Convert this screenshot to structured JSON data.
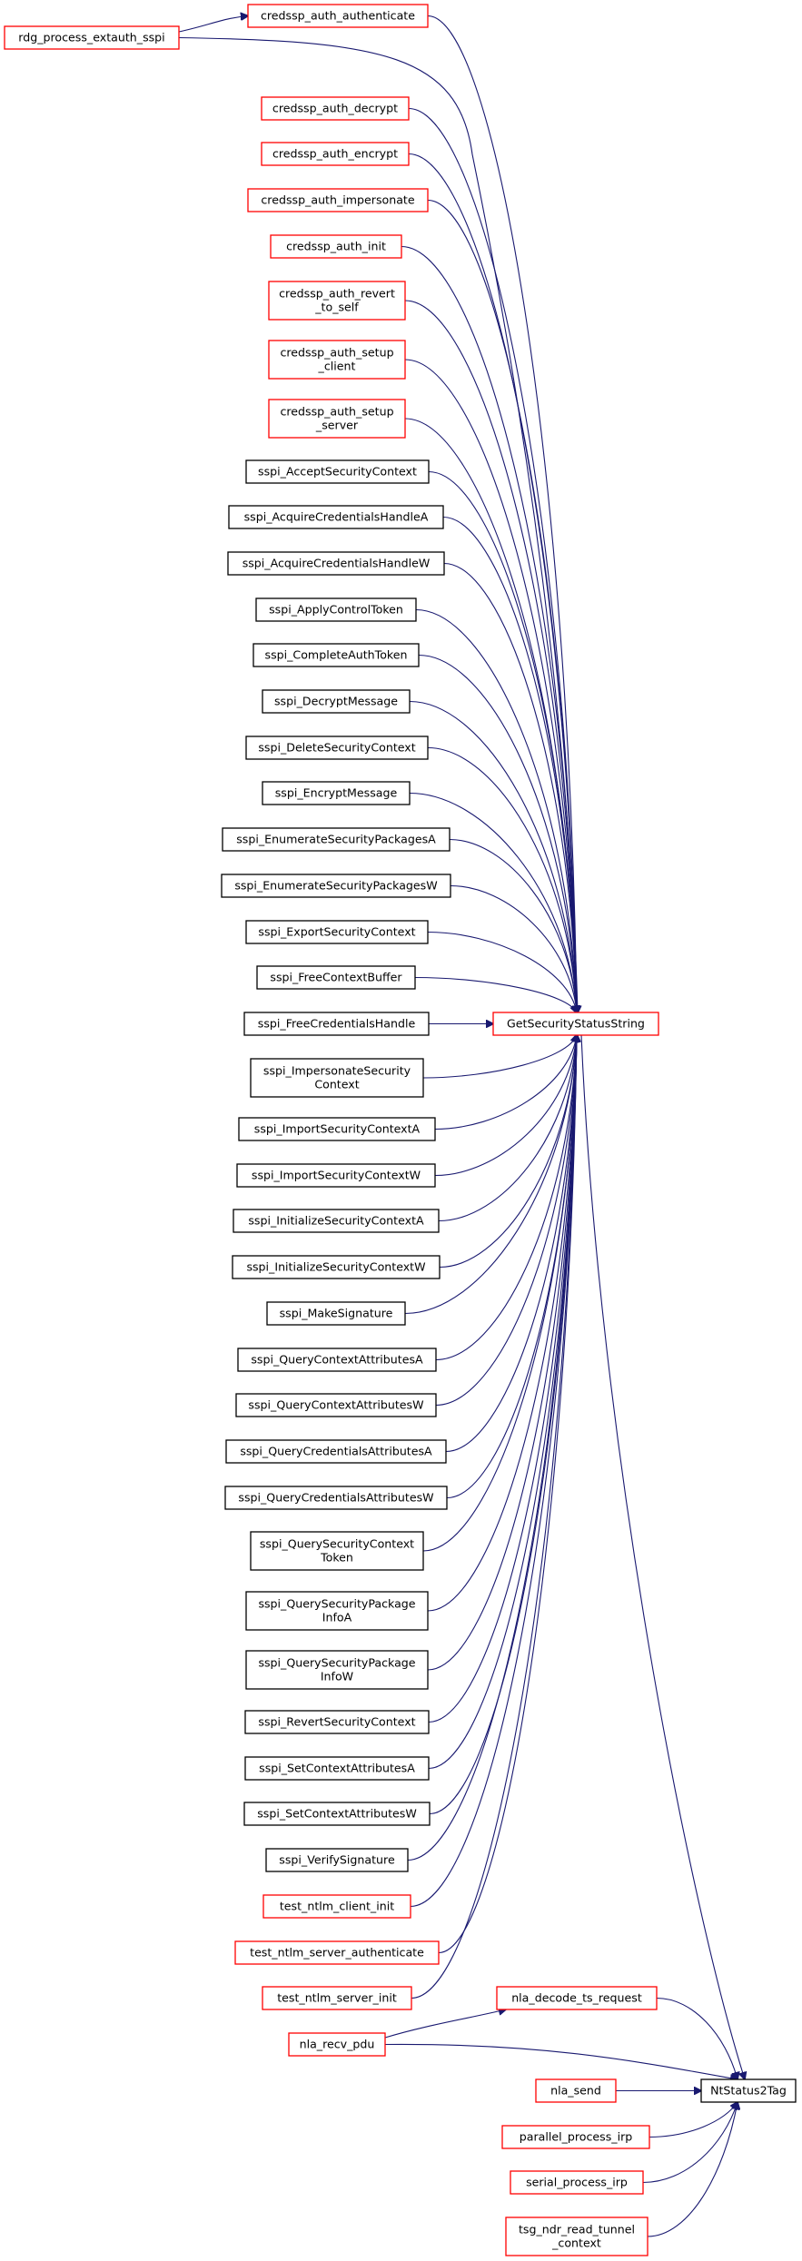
{
  "diagram": {
    "colors": {
      "edge": "#191970",
      "border_linked": "#ff0000",
      "border_plain": "#000000",
      "fill_focus": "#bfbfbf",
      "fill_default": "#ffffff"
    },
    "nodes": [
      {
        "id": "rdg_process_extauth_sspi",
        "lines": [
          "rdg_process_extauth_sspi"
        ],
        "style": "red"
      },
      {
        "id": "credssp_auth_authenticate",
        "lines": [
          "credssp_auth_authenticate"
        ],
        "style": "red"
      },
      {
        "id": "credssp_auth_decrypt",
        "lines": [
          "credssp_auth_decrypt"
        ],
        "style": "red"
      },
      {
        "id": "credssp_auth_encrypt",
        "lines": [
          "credssp_auth_encrypt"
        ],
        "style": "red"
      },
      {
        "id": "credssp_auth_impersonate",
        "lines": [
          "credssp_auth_impersonate"
        ],
        "style": "red"
      },
      {
        "id": "credssp_auth_init",
        "lines": [
          "credssp_auth_init"
        ],
        "style": "red"
      },
      {
        "id": "credssp_auth_revert_to_self",
        "lines": [
          "credssp_auth_revert",
          "_to_self"
        ],
        "style": "red"
      },
      {
        "id": "credssp_auth_setup_client",
        "lines": [
          "credssp_auth_setup",
          "_client"
        ],
        "style": "red"
      },
      {
        "id": "credssp_auth_setup_server",
        "lines": [
          "credssp_auth_setup",
          "_server"
        ],
        "style": "red"
      },
      {
        "id": "sspi_AcceptSecurityContext",
        "lines": [
          "sspi_AcceptSecurityContext"
        ],
        "style": "black"
      },
      {
        "id": "sspi_AcquireCredentialsHandleA",
        "lines": [
          "sspi_AcquireCredentialsHandleA"
        ],
        "style": "black"
      },
      {
        "id": "sspi_AcquireCredentialsHandleW",
        "lines": [
          "sspi_AcquireCredentialsHandleW"
        ],
        "style": "black"
      },
      {
        "id": "sspi_ApplyControlToken",
        "lines": [
          "sspi_ApplyControlToken"
        ],
        "style": "black"
      },
      {
        "id": "sspi_CompleteAuthToken",
        "lines": [
          "sspi_CompleteAuthToken"
        ],
        "style": "black"
      },
      {
        "id": "sspi_DecryptMessage",
        "lines": [
          "sspi_DecryptMessage"
        ],
        "style": "black"
      },
      {
        "id": "sspi_DeleteSecurityContext",
        "lines": [
          "sspi_DeleteSecurityContext"
        ],
        "style": "black"
      },
      {
        "id": "sspi_EncryptMessage",
        "lines": [
          "sspi_EncryptMessage"
        ],
        "style": "black"
      },
      {
        "id": "sspi_EnumerateSecurityPackagesA",
        "lines": [
          "sspi_EnumerateSecurityPackagesA"
        ],
        "style": "black"
      },
      {
        "id": "sspi_EnumerateSecurityPackagesW",
        "lines": [
          "sspi_EnumerateSecurityPackagesW"
        ],
        "style": "black"
      },
      {
        "id": "sspi_ExportSecurityContext",
        "lines": [
          "sspi_ExportSecurityContext"
        ],
        "style": "black"
      },
      {
        "id": "sspi_FreeContextBuffer",
        "lines": [
          "sspi_FreeContextBuffer"
        ],
        "style": "black"
      },
      {
        "id": "sspi_FreeCredentialsHandle",
        "lines": [
          "sspi_FreeCredentialsHandle"
        ],
        "style": "black"
      },
      {
        "id": "sspi_ImpersonateSecurityContext",
        "lines": [
          "sspi_ImpersonateSecurity",
          "Context"
        ],
        "style": "black"
      },
      {
        "id": "sspi_ImportSecurityContextA",
        "lines": [
          "sspi_ImportSecurityContextA"
        ],
        "style": "black"
      },
      {
        "id": "sspi_ImportSecurityContextW",
        "lines": [
          "sspi_ImportSecurityContextW"
        ],
        "style": "black"
      },
      {
        "id": "sspi_InitializeSecurityContextA",
        "lines": [
          "sspi_InitializeSecurityContextA"
        ],
        "style": "black"
      },
      {
        "id": "sspi_InitializeSecurityContextW",
        "lines": [
          "sspi_InitializeSecurityContextW"
        ],
        "style": "black"
      },
      {
        "id": "sspi_MakeSignature",
        "lines": [
          "sspi_MakeSignature"
        ],
        "style": "black"
      },
      {
        "id": "sspi_QueryContextAttributesA",
        "lines": [
          "sspi_QueryContextAttributesA"
        ],
        "style": "black"
      },
      {
        "id": "sspi_QueryContextAttributesW",
        "lines": [
          "sspi_QueryContextAttributesW"
        ],
        "style": "black"
      },
      {
        "id": "sspi_QueryCredentialsAttributesA",
        "lines": [
          "sspi_QueryCredentialsAttributesA"
        ],
        "style": "black"
      },
      {
        "id": "sspi_QueryCredentialsAttributesW",
        "lines": [
          "sspi_QueryCredentialsAttributesW"
        ],
        "style": "black"
      },
      {
        "id": "sspi_QuerySecurityContextToken",
        "lines": [
          "sspi_QuerySecurityContext",
          "Token"
        ],
        "style": "black"
      },
      {
        "id": "sspi_QuerySecurityPackageInfoA",
        "lines": [
          "sspi_QuerySecurityPackage",
          "InfoA"
        ],
        "style": "black"
      },
      {
        "id": "sspi_QuerySecurityPackageInfoW",
        "lines": [
          "sspi_QuerySecurityPackage",
          "InfoW"
        ],
        "style": "black"
      },
      {
        "id": "sspi_RevertSecurityContext",
        "lines": [
          "sspi_RevertSecurityContext"
        ],
        "style": "black"
      },
      {
        "id": "sspi_SetContextAttributesA",
        "lines": [
          "sspi_SetContextAttributesA"
        ],
        "style": "black"
      },
      {
        "id": "sspi_SetContextAttributesW",
        "lines": [
          "sspi_SetContextAttributesW"
        ],
        "style": "black"
      },
      {
        "id": "sspi_VerifySignature",
        "lines": [
          "sspi_VerifySignature"
        ],
        "style": "black"
      },
      {
        "id": "test_ntlm_client_init",
        "lines": [
          "test_ntlm_client_init"
        ],
        "style": "red"
      },
      {
        "id": "test_ntlm_server_authenticate",
        "lines": [
          "test_ntlm_server_authenticate"
        ],
        "style": "red"
      },
      {
        "id": "test_ntlm_server_init",
        "lines": [
          "test_ntlm_server_init"
        ],
        "style": "red"
      },
      {
        "id": "GetSecurityStatusString",
        "lines": [
          "GetSecurityStatusString"
        ],
        "style": "red"
      },
      {
        "id": "nla_decode_ts_request",
        "lines": [
          "nla_decode_ts_request"
        ],
        "style": "red"
      },
      {
        "id": "nla_recv_pdu",
        "lines": [
          "nla_recv_pdu"
        ],
        "style": "red"
      },
      {
        "id": "nla_send",
        "lines": [
          "nla_send"
        ],
        "style": "red"
      },
      {
        "id": "parallel_process_irp",
        "lines": [
          "parallel_process_irp"
        ],
        "style": "red"
      },
      {
        "id": "serial_process_irp",
        "lines": [
          "serial_process_irp"
        ],
        "style": "red"
      },
      {
        "id": "tsg_ndr_read_tunnel_context",
        "lines": [
          "tsg_ndr_read_tunnel",
          "_context"
        ],
        "style": "red"
      },
      {
        "id": "NtStatus2Tag",
        "lines": [
          "NtStatus2Tag"
        ],
        "style": "focus"
      }
    ],
    "edges": [
      {
        "from": "rdg_process_extauth_sspi",
        "to": "credssp_auth_authenticate"
      },
      {
        "from": "rdg_process_extauth_sspi",
        "to": "GetSecurityStatusString"
      },
      {
        "from": "credssp_auth_authenticate",
        "to": "GetSecurityStatusString"
      },
      {
        "from": "credssp_auth_decrypt",
        "to": "GetSecurityStatusString"
      },
      {
        "from": "credssp_auth_encrypt",
        "to": "GetSecurityStatusString"
      },
      {
        "from": "credssp_auth_impersonate",
        "to": "GetSecurityStatusString"
      },
      {
        "from": "credssp_auth_init",
        "to": "GetSecurityStatusString"
      },
      {
        "from": "credssp_auth_revert_to_self",
        "to": "GetSecurityStatusString"
      },
      {
        "from": "credssp_auth_setup_client",
        "to": "GetSecurityStatusString"
      },
      {
        "from": "credssp_auth_setup_server",
        "to": "GetSecurityStatusString"
      },
      {
        "from": "sspi_AcceptSecurityContext",
        "to": "GetSecurityStatusString"
      },
      {
        "from": "sspi_AcquireCredentialsHandleA",
        "to": "GetSecurityStatusString"
      },
      {
        "from": "sspi_AcquireCredentialsHandleW",
        "to": "GetSecurityStatusString"
      },
      {
        "from": "sspi_ApplyControlToken",
        "to": "GetSecurityStatusString"
      },
      {
        "from": "sspi_CompleteAuthToken",
        "to": "GetSecurityStatusString"
      },
      {
        "from": "sspi_DecryptMessage",
        "to": "GetSecurityStatusString"
      },
      {
        "from": "sspi_DeleteSecurityContext",
        "to": "GetSecurityStatusString"
      },
      {
        "from": "sspi_EncryptMessage",
        "to": "GetSecurityStatusString"
      },
      {
        "from": "sspi_EnumerateSecurityPackagesA",
        "to": "GetSecurityStatusString"
      },
      {
        "from": "sspi_EnumerateSecurityPackagesW",
        "to": "GetSecurityStatusString"
      },
      {
        "from": "sspi_ExportSecurityContext",
        "to": "GetSecurityStatusString"
      },
      {
        "from": "sspi_FreeContextBuffer",
        "to": "GetSecurityStatusString"
      },
      {
        "from": "sspi_FreeCredentialsHandle",
        "to": "GetSecurityStatusString"
      },
      {
        "from": "sspi_ImpersonateSecurityContext",
        "to": "GetSecurityStatusString"
      },
      {
        "from": "sspi_ImportSecurityContextA",
        "to": "GetSecurityStatusString"
      },
      {
        "from": "sspi_ImportSecurityContextW",
        "to": "GetSecurityStatusString"
      },
      {
        "from": "sspi_InitializeSecurityContextA",
        "to": "GetSecurityStatusString"
      },
      {
        "from": "sspi_InitializeSecurityContextW",
        "to": "GetSecurityStatusString"
      },
      {
        "from": "sspi_MakeSignature",
        "to": "GetSecurityStatusString"
      },
      {
        "from": "sspi_QueryContextAttributesA",
        "to": "GetSecurityStatusString"
      },
      {
        "from": "sspi_QueryContextAttributesW",
        "to": "GetSecurityStatusString"
      },
      {
        "from": "sspi_QueryCredentialsAttributesA",
        "to": "GetSecurityStatusString"
      },
      {
        "from": "sspi_QueryCredentialsAttributesW",
        "to": "GetSecurityStatusString"
      },
      {
        "from": "sspi_QuerySecurityContextToken",
        "to": "GetSecurityStatusString"
      },
      {
        "from": "sspi_QuerySecurityPackageInfoA",
        "to": "GetSecurityStatusString"
      },
      {
        "from": "sspi_QuerySecurityPackageInfoW",
        "to": "GetSecurityStatusString"
      },
      {
        "from": "sspi_RevertSecurityContext",
        "to": "GetSecurityStatusString"
      },
      {
        "from": "sspi_SetContextAttributesA",
        "to": "GetSecurityStatusString"
      },
      {
        "from": "sspi_SetContextAttributesW",
        "to": "GetSecurityStatusString"
      },
      {
        "from": "sspi_VerifySignature",
        "to": "GetSecurityStatusString"
      },
      {
        "from": "test_ntlm_client_init",
        "to": "GetSecurityStatusString"
      },
      {
        "from": "test_ntlm_server_authenticate",
        "to": "GetSecurityStatusString"
      },
      {
        "from": "test_ntlm_server_init",
        "to": "GetSecurityStatusString"
      },
      {
        "from": "GetSecurityStatusString",
        "to": "NtStatus2Tag"
      },
      {
        "from": "nla_recv_pdu",
        "to": "nla_decode_ts_request"
      },
      {
        "from": "nla_decode_ts_request",
        "to": "NtStatus2Tag"
      },
      {
        "from": "nla_recv_pdu",
        "to": "NtStatus2Tag"
      },
      {
        "from": "nla_send",
        "to": "NtStatus2Tag"
      },
      {
        "from": "parallel_process_irp",
        "to": "NtStatus2Tag"
      },
      {
        "from": "serial_process_irp",
        "to": "NtStatus2Tag"
      },
      {
        "from": "tsg_ndr_read_tunnel_context",
        "to": "NtStatus2Tag"
      }
    ]
  }
}
